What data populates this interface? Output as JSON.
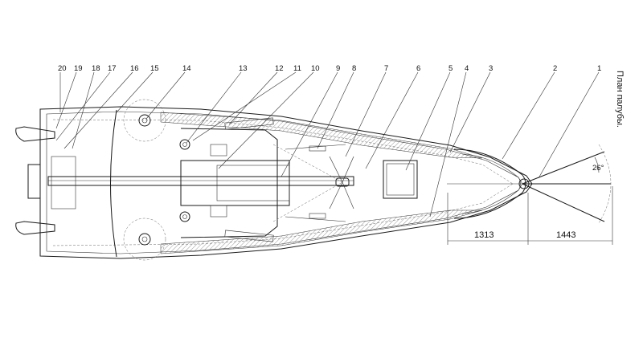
{
  "title": "План палубы.",
  "callouts": [
    "1",
    "2",
    "3",
    "4",
    "5",
    "6",
    "7",
    "8",
    "9",
    "10",
    "11",
    "12",
    "13",
    "14",
    "15",
    "16",
    "17",
    "18",
    "19",
    "20"
  ],
  "dimensions": {
    "d1": "1313",
    "d2": "1443",
    "angle": "26°"
  }
}
